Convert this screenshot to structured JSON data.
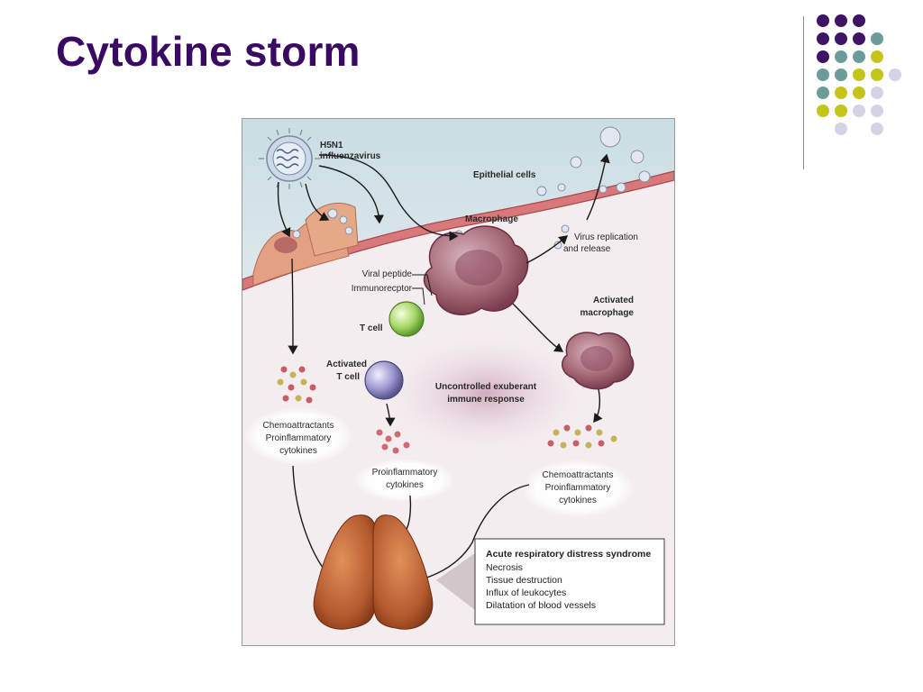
{
  "slide": {
    "title": "Cytokine storm"
  },
  "figure": {
    "virus_label_line1": "H5N1",
    "virus_label_line2": "influenzavirus",
    "epithelial_label": "Epithelial cells",
    "macrophage_label": "Macrophage",
    "virus_release_line1": "Virus replication",
    "virus_release_line2": "and release",
    "viral_peptide_label": "Viral peptide",
    "immunoreceptor_label": "Immunorecptor",
    "tcell_label": "T cell",
    "activated_macrophage_line1": "Activated",
    "activated_macrophage_line2": "macrophage",
    "activated_tcell_line1": "Activated",
    "activated_tcell_line2": "T cell",
    "immune_response_line1": "Uncontrolled exuberant",
    "immune_response_line2": "immune response",
    "left_cytokines": [
      "Chemoattractants",
      "Proinflammatory",
      "cytokines"
    ],
    "middle_cytokines": [
      "Proinflammatory",
      "cytokines"
    ],
    "right_cytokines": [
      "Chemoattractants",
      "Proinflammatory",
      "cytokines"
    ],
    "ards_box": {
      "title": "Acute respiratory distress syndrome",
      "items": [
        "Necrosis",
        "Tissue destruction",
        "Influx of leukocytes",
        "Dilatation of blood vessels"
      ]
    }
  },
  "theme": {
    "title_color": "#3a0a63",
    "dot_colors": {
      "purple": "#3d1466",
      "teal": "#6b9c9a",
      "yellow": "#c4c41a",
      "lavender": "#d3d3e6"
    }
  },
  "decor": {
    "dot_grid": [
      [
        "purple",
        "purple",
        "purple",
        "none"
      ],
      [
        "purple",
        "purple",
        "purple",
        "teal"
      ],
      [
        "purple",
        "teal",
        "teal",
        "yellow"
      ],
      [
        "teal",
        "teal",
        "yellow",
        "yellow",
        "lavender"
      ],
      [
        "teal",
        "yellow",
        "yellow",
        "lavender"
      ],
      [
        "yellow",
        "yellow",
        "lavender",
        "lavender"
      ],
      [
        "none",
        "lavender",
        "none",
        "lavender"
      ]
    ]
  }
}
